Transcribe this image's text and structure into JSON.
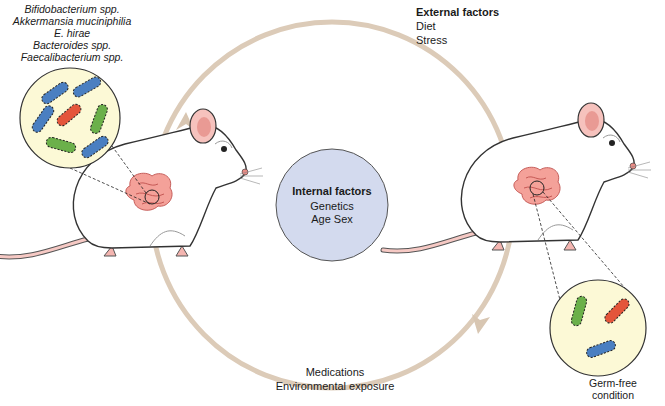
{
  "diagram": {
    "nodes": [
      {
        "text": [
          "Internal factors",
          "Genetics Age Sex"
        ]
      }
    ],
    "labels": [
      "Bifidobacterium spp.",
      "Akkermansia muciniphilia",
      "E. hirae",
      "Bacteroides spp.",
      "Faecalibacterium spp.",
      "External factors",
      "Diet",
      "Stress",
      "Medications",
      "Environmental exposure",
      "Germ-free condition"
    ]
  }
}
